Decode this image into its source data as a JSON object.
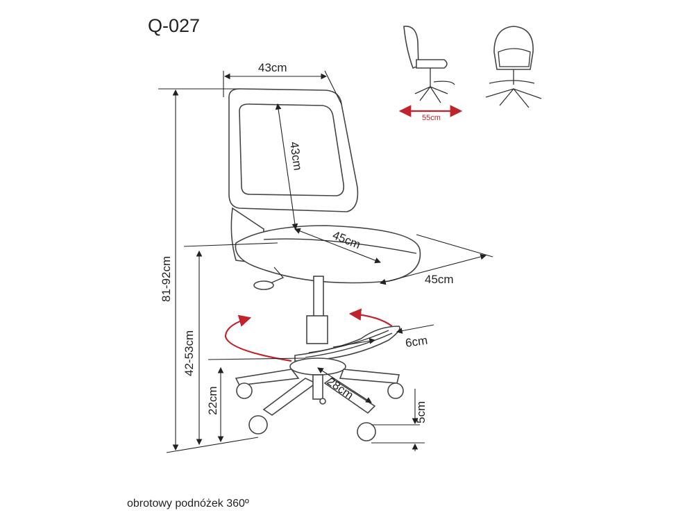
{
  "title": "Q-027",
  "caption": "obrotowy podnóżek 360º",
  "dimensions": {
    "backrest_width": "43cm",
    "backrest_height": "43cm",
    "seat_depth": "45cm",
    "seat_width": "45cm",
    "total_height": "81-92cm",
    "seat_height": "42-53cm",
    "footrest_height": "22cm",
    "footrest_width": "6cm",
    "footrest_radius": "28cm",
    "caster_height": "5cm",
    "side_view_depth": "55cm"
  },
  "colors": {
    "accent": "#c0232b",
    "line": "#333333"
  }
}
